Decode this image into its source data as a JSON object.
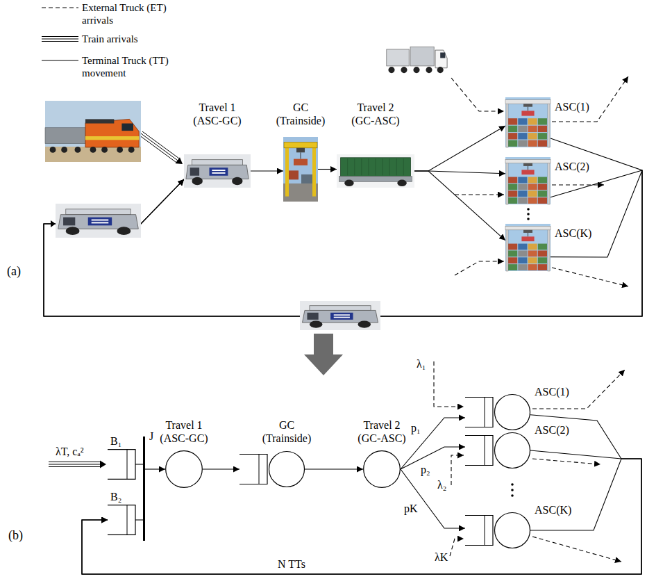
{
  "diagram": {
    "nodes": [
      {
        "text": [
          "Travel 1 (ASC-GC)"
        ]
      },
      {
        "text": [
          "GC (Trainside)"
        ]
      },
      {
        "text": [
          "Travel 2 (GC-ASC)"
        ]
      },
      {
        "text": [
          "ASC(1)"
        ]
      },
      {
        "text": [
          "ASC(2)"
        ]
      },
      {
        "text": [
          "ASC(K)"
        ]
      },
      {
        "text": [
          "B₁"
        ]
      },
      {
        "text": [
          "B₂"
        ]
      },
      {
        "text": [
          "J"
        ]
      },
      {
        "text": [
          "Travel 1 (ASC-GC)"
        ]
      },
      {
        "text": [
          "GC (Trainside)"
        ]
      },
      {
        "text": [
          "Travel 2 (GC-ASC)"
        ]
      },
      {
        "text": [
          "ASC(1)"
        ]
      },
      {
        "text": [
          "ASC(2)"
        ]
      },
      {
        "text": [
          "ASC(K)"
        ]
      }
    ],
    "edges": [
      {
        "from": 0,
        "to": 1,
        "arrow": "to"
      },
      {
        "from": 1,
        "to": 2,
        "arrow": "to"
      },
      {
        "from": 2,
        "to": 3,
        "arrow": "to"
      },
      {
        "from": 2,
        "to": 4,
        "arrow": "to"
      },
      {
        "from": 2,
        "to": 5,
        "arrow": "to"
      },
      {
        "from": 3,
        "to": 0,
        "arrow": "to"
      },
      {
        "from": 4,
        "to": 0,
        "arrow": "to"
      },
      {
        "from": 5,
        "to": 0,
        "arrow": "to"
      },
      {
        "from": 6,
        "to": 8,
        "arrow": "none"
      },
      {
        "from": 7,
        "to": 8,
        "arrow": "none"
      },
      {
        "from": 8,
        "to": 9,
        "arrow": "to"
      },
      {
        "from": 9,
        "to": 10,
        "arrow": "to"
      },
      {
        "from": 10,
        "to": 11,
        "arrow": "to"
      },
      {
        "from": 11,
        "to": 12,
        "arrow": "to",
        "label": "p₁"
      },
      {
        "from": 11,
        "to": 13,
        "arrow": "to",
        "label": "p₂"
      },
      {
        "from": 11,
        "to": 14,
        "arrow": "to",
        "label": "pK"
      },
      {
        "from": 12,
        "to": 7,
        "arrow": "to"
      },
      {
        "from": 13,
        "to": 7,
        "arrow": "to"
      },
      {
        "from": 14,
        "to": 7,
        "arrow": "to"
      }
    ],
    "labels": [
      "(a)",
      "λT, cₐ²",
      "λ₁",
      "λ₂",
      "λK",
      "N TTs",
      "(b)"
    ],
    "legend": [
      {
        "text": "External Truck (ET) arrivals"
      },
      {
        "text": "Train arrivals"
      },
      {
        "text": "Terminal Truck (TT) movement"
      }
    ]
  }
}
